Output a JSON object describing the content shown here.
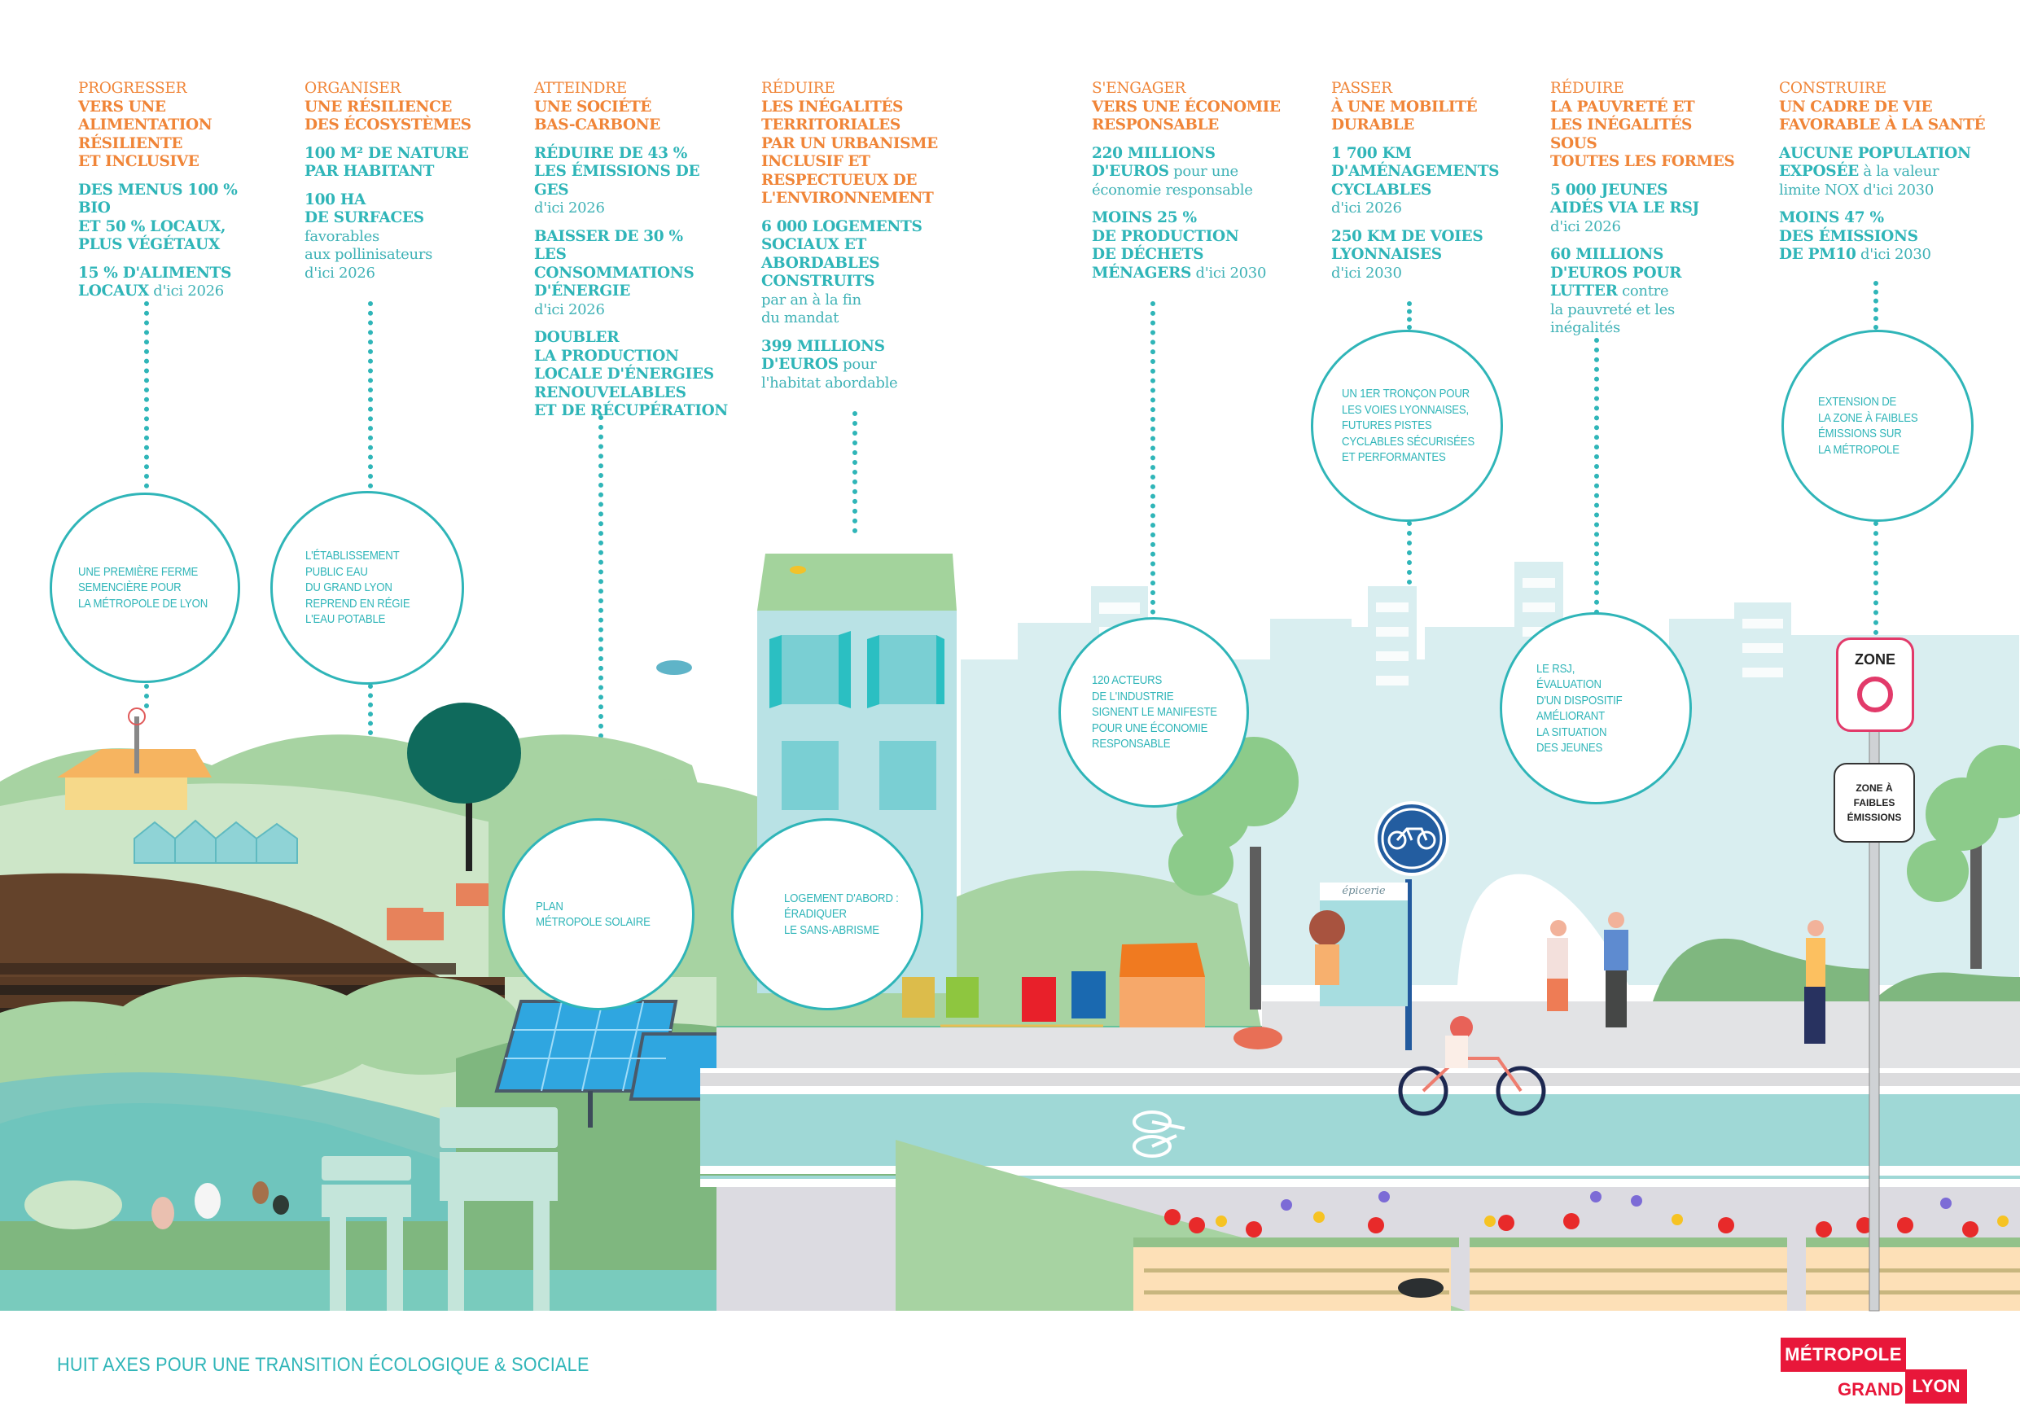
{
  "axes": [
    {
      "verb": "PROGRESSER",
      "title": [
        "VERS UNE",
        "ALIMENTATION",
        "RÉSILIENTE",
        "ET INCLUSIVE"
      ],
      "stats": [
        {
          "bold": [
            "DES MENUS 100 % BIO",
            "ET 50 % LOCAUX,",
            "PLUS VÉGÉTAUX"
          ],
          "light": []
        },
        {
          "bold": [
            "15 % D'ALIMENTS",
            "LOCAUX"
          ],
          "inline": " d'ici 2026",
          "light": []
        }
      ],
      "circle": [
        "UNE PREMIÈRE FERME",
        "SEMENCIÈRE POUR",
        "LA MÉTROPOLE DE LYON"
      ]
    },
    {
      "verb": "ORGANISER",
      "title": [
        "UNE RÉSILIENCE",
        "DES ÉCOSYSTÈMES"
      ],
      "stats": [
        {
          "bold": [
            "100 M² DE NATURE",
            "PAR HABITANT"
          ],
          "light": []
        },
        {
          "bold": [
            "100 HA",
            "DE SURFACES"
          ],
          "light": [
            "favorables",
            "aux pollinisateurs",
            "d'ici 2026"
          ]
        }
      ],
      "circle": [
        "L'ÉTABLISSEMENT",
        "PUBLIC EAU",
        "DU GRAND LYON",
        "REPREND EN RÉGIE",
        "L'EAU POTABLE"
      ]
    },
    {
      "verb": "ATTEINDRE",
      "title": [
        "UNE SOCIÉTÉ",
        "BAS-CARBONE"
      ],
      "stats": [
        {
          "bold": [
            "RÉDUIRE DE 43 %",
            "LES ÉMISSIONS DE GES"
          ],
          "light": [
            "d'ici 2026"
          ]
        },
        {
          "bold": [
            "BAISSER DE 30 %",
            "LES CONSOMMATIONS",
            "D'ÉNERGIE"
          ],
          "light": [
            "d'ici 2026"
          ]
        },
        {
          "bold": [
            "DOUBLER",
            "LA PRODUCTION",
            "LOCALE D'ÉNERGIES",
            "RENOUVELABLES",
            "ET DE RÉCUPÉRATION"
          ],
          "light": []
        }
      ],
      "circle": [
        "PLAN",
        "MÉTROPOLE SOLAIRE"
      ]
    },
    {
      "verb": "RÉDUIRE",
      "title": [
        "LES INÉGALITÉS",
        "TERRITORIALES",
        "PAR UN URBANISME",
        "INCLUSIF ET",
        "RESPECTUEUX DE",
        "L'ENVIRONNEMENT"
      ],
      "stats": [
        {
          "bold": [
            "6 000 LOGEMENTS",
            "SOCIAUX ET",
            "ABORDABLES",
            "CONSTRUITS"
          ],
          "light": [
            "par an à la fin",
            "du mandat"
          ]
        },
        {
          "bold": [
            "399 MILLIONS",
            "D'EUROS"
          ],
          "inline": " pour",
          "light": [
            "l'habitat abordable"
          ]
        }
      ],
      "circle": [
        "LOGEMENT D'ABORD :",
        "ÉRADIQUER",
        "LE SANS-ABRISME"
      ]
    },
    {
      "verb": "S'ENGAGER",
      "title": [
        "VERS UNE ÉCONOMIE",
        "RESPONSABLE"
      ],
      "stats": [
        {
          "bold": [
            "220 MILLIONS",
            "D'EUROS"
          ],
          "inline": " pour une",
          "light": [
            "économie responsable"
          ]
        },
        {
          "bold": [
            "MOINS 25 %",
            "DE PRODUCTION",
            "DE DÉCHETS",
            "MÉNAGERS"
          ],
          "inline": " d'ici 2030",
          "light": []
        }
      ],
      "circle": [
        "120 ACTEURS",
        "DE L'INDUSTRIE",
        "SIGNENT LE MANIFESTE",
        "POUR UNE ÉCONOMIE",
        "RESPONSABLE"
      ]
    },
    {
      "verb": "PASSER",
      "title": [
        "À UNE MOBILITÉ",
        "DURABLE"
      ],
      "stats": [
        {
          "bold": [
            "1 700 KM",
            "D'AMÉNAGEMENTS",
            "CYCLABLES"
          ],
          "light": [
            "d'ici 2026"
          ]
        },
        {
          "bold": [
            "250 KM DE VOIES",
            "LYONNAISES"
          ],
          "light": [
            "d'ici 2030"
          ]
        }
      ],
      "circle": [
        "UN 1ER TRONÇON POUR",
        "LES VOIES LYONNAISES,",
        "FUTURES PISTES",
        "CYCLABLES SÉCURISÉES",
        "ET PERFORMANTES"
      ]
    },
    {
      "verb": "RÉDUIRE",
      "title": [
        "LA PAUVRETÉ ET",
        "LES INÉGALITÉS SOUS",
        "TOUTES LES FORMES"
      ],
      "stats": [
        {
          "bold": [
            "5 000 JEUNES",
            "AIDÉS VIA LE RSJ"
          ],
          "light": [
            "d'ici 2026"
          ]
        },
        {
          "bold": [
            "60 MILLIONS",
            "D'EUROS POUR",
            "LUTTER"
          ],
          "inline": " contre",
          "light": [
            "la pauvreté et les",
            "inégalités"
          ]
        }
      ],
      "circle": [
        "LE RSJ,",
        "ÉVALUATION",
        "D'UN DISPOSITIF",
        "AMÉLIORANT",
        "LA SITUATION",
        "DES JEUNES"
      ]
    },
    {
      "verb": "CONSTRUIRE",
      "title": [
        "UN CADRE DE VIE",
        "FAVORABLE À LA SANTÉ"
      ],
      "stats": [
        {
          "bold": [
            "AUCUNE POPULATION",
            "EXPOSÉE"
          ],
          "inline": " à la valeur",
          "light": [
            "limite NOX d'ici 2030"
          ]
        },
        {
          "bold": [
            "MOINS 47 %",
            "DES ÉMISSIONS",
            "DE PM10"
          ],
          "inline": " d'ici 2030",
          "light": []
        }
      ],
      "circle": [
        "EXTENSION DE",
        "LA ZONE À FAIBLES",
        "ÉMISSIONS SUR",
        "LA MÉTROPOLE"
      ]
    }
  ],
  "signs": {
    "zone_label": "ZONE",
    "zfe_lines": [
      "ZONE À",
      "FAIBLES",
      "ÉMISSIONS"
    ],
    "shop_label": "épicerie"
  },
  "footer": {
    "title": "HUIT AXES POUR UNE TRANSITION ÉCOLOGIQUE & SOCIALE",
    "logo_top": "MÉTROPOLE",
    "logo_grand": "GRAND",
    "logo_lyon": "LYON"
  },
  "colors": {
    "accent_orange": "#f08538",
    "accent_teal": "#2fb5b8",
    "brand_red": "#e8173a",
    "zone_pink": "#e23a6a"
  }
}
